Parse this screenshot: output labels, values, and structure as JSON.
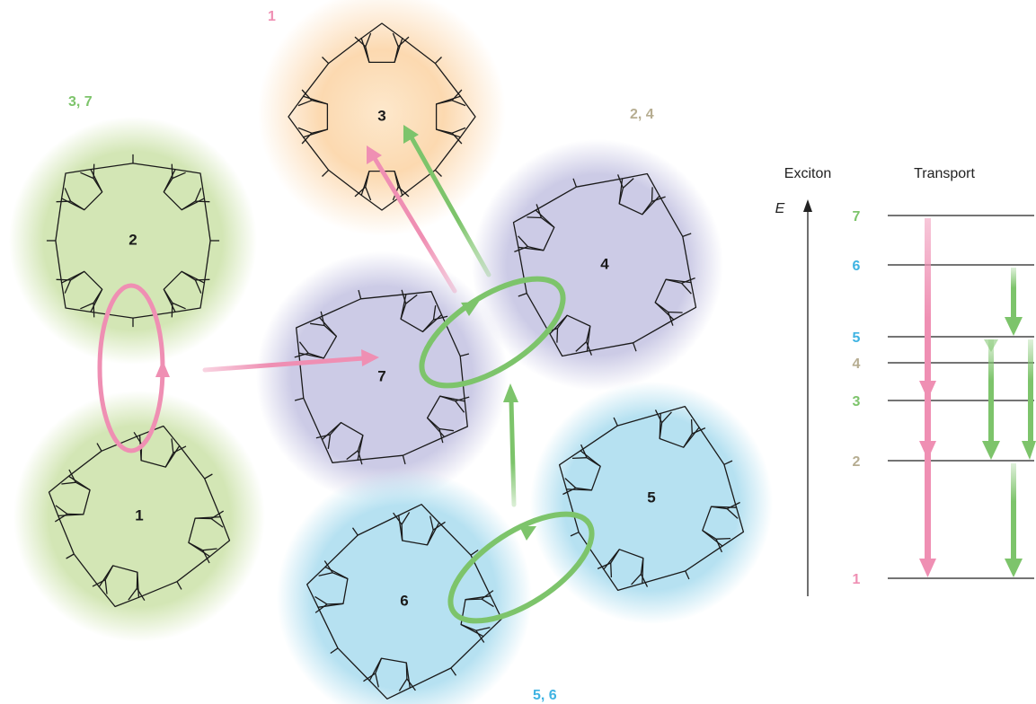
{
  "colors": {
    "green_blob": "#d3e6b5",
    "orange_blob": "#fcd9b0",
    "purple_blob": "#cccbe6",
    "blue_blob": "#b6e1f1",
    "pink": "#ef8fb3",
    "green": "#7dc46b",
    "blue_text": "#3fb3e2",
    "tan_text": "#b6ad91",
    "pink_text": "#ef8fb3",
    "green_text": "#7dc46b"
  },
  "molecules": [
    {
      "id": "1",
      "label": "1"
    },
    {
      "id": "2",
      "label": "2"
    },
    {
      "id": "3",
      "label": "3"
    },
    {
      "id": "4",
      "label": "4"
    },
    {
      "id": "5",
      "label": "5"
    },
    {
      "id": "6",
      "label": "6"
    },
    {
      "id": "7",
      "label": "7"
    }
  ],
  "site_tags": {
    "above_3": "1",
    "above_2": "3, 7",
    "above_4": "2, 4",
    "below_6": "5, 6"
  },
  "energy_diagram": {
    "exciton_header": "Exciton",
    "transport_header": "Transport",
    "axis_label": "E",
    "levels": [
      "7",
      "6",
      "5",
      "4",
      "3",
      "2",
      "1"
    ]
  }
}
